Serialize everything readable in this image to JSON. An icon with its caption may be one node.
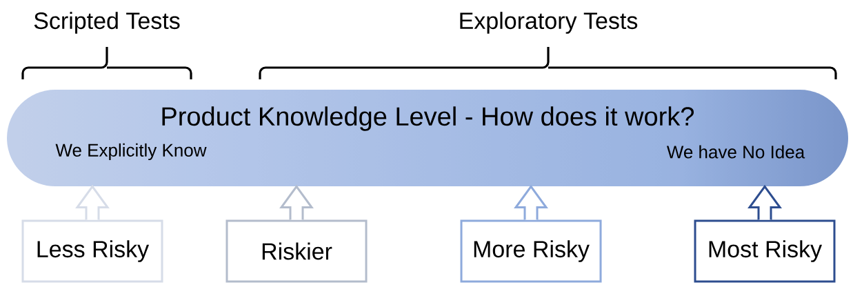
{
  "diagram": {
    "nodes": [
      {
        "text": [
          "Product Knowledge Level - How does it work?",
          "We Explicitly Know",
          "We have No Idea"
        ]
      },
      {
        "text": [
          "Less Risky"
        ]
      },
      {
        "text": [
          "Riskier"
        ]
      },
      {
        "text": [
          "More Risky"
        ]
      },
      {
        "text": [
          "Most Risky"
        ]
      }
    ],
    "edges": [
      {
        "from": 1,
        "to": 0,
        "arrow": "to",
        "color": "#d6dce8"
      },
      {
        "from": 2,
        "to": 0,
        "arrow": "to",
        "color": "#b3bccc"
      },
      {
        "from": 3,
        "to": 0,
        "arrow": "to",
        "color": "#8eaadc"
      },
      {
        "from": 4,
        "to": 0,
        "arrow": "to",
        "color": "#2d4d8f"
      }
    ],
    "labels": [
      "Scripted Tests",
      "Exploratory Tests"
    ]
  }
}
